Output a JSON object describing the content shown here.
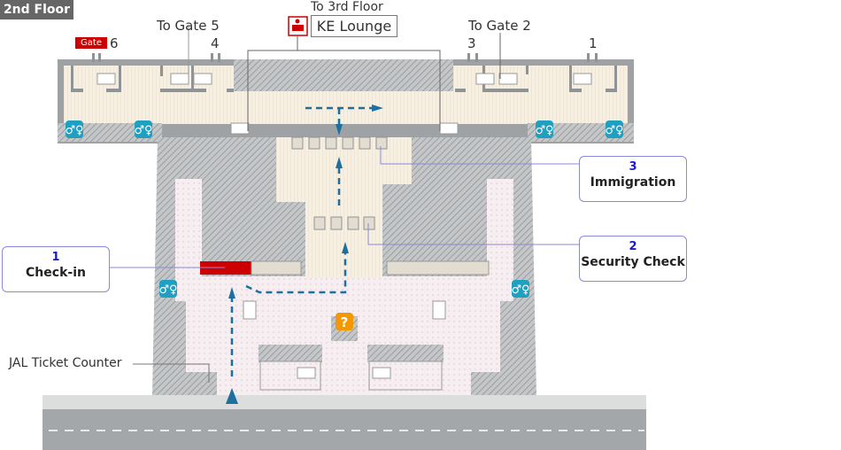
{
  "floor": "2nd Floor",
  "gate_badge": "Gate",
  "gates": {
    "g6": "6",
    "g4": "4",
    "g3": "3",
    "g1": "1"
  },
  "to_gate5": "To Gate 5",
  "to_gate2": "To Gate 2",
  "to_3rd_floor": "To 3rd Floor",
  "lounge": "KE Lounge",
  "jal_counter": "JAL Ticket Counter",
  "callouts": [
    {
      "num": "1",
      "name": "Check-in"
    },
    {
      "num": "2",
      "name": "Security Check"
    },
    {
      "num": "3",
      "name": "Immigration"
    }
  ],
  "colors": {
    "accent": "#cc0000",
    "arrow": "#1e6f9f",
    "restroom": "#1fa0c0",
    "info": "#f39800",
    "callout_line": "#8a8ad8"
  }
}
